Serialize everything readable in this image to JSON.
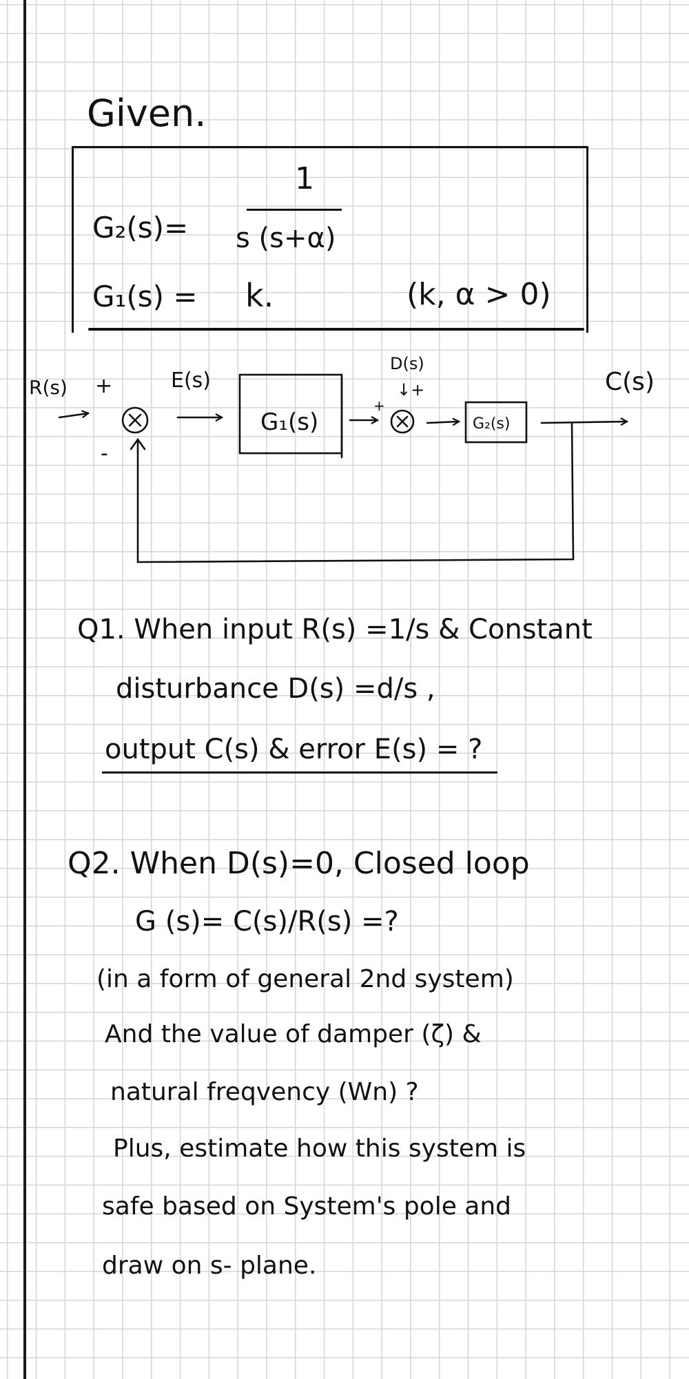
{
  "title": "Given.",
  "given": {
    "g2_label": "G₂(s)=",
    "g2_numerator": "1",
    "g2_denominator": "s (s+α)",
    "g1_label": "G₁(s) =",
    "g1_value": "k.",
    "condition": "(k, α > 0)"
  },
  "diagram": {
    "input": "R(s)",
    "plus_top": "+",
    "minus": "-",
    "sum_symbol": "⊗",
    "error": "E(s)",
    "block1": "G₁(s)",
    "plus_mid": "+",
    "disturbance": "D(s)",
    "dist_sign": "↓+",
    "block2": "G₂(s)",
    "output": "C(s)"
  },
  "q1": {
    "line1": "Q1. When input R(s) =1/s & Constant",
    "line2": "disturbance D(s) =d/s ,",
    "line3": "output C(s) & error E(s) = ?"
  },
  "q2": {
    "line1": "Q2. When D(s)=0, Closed loop",
    "line2": "G (s)= C(s)/R(s) =?",
    "line3": "(in a form of general 2nd system)",
    "line4": "And  the value of damper (ζ) &",
    "line5": "natural freqvency (Wn) ?",
    "line6": "Plus, estimate  how  this  system is",
    "line7": "safe  based on  System's pole and",
    "line8": "draw on  s- plane."
  }
}
